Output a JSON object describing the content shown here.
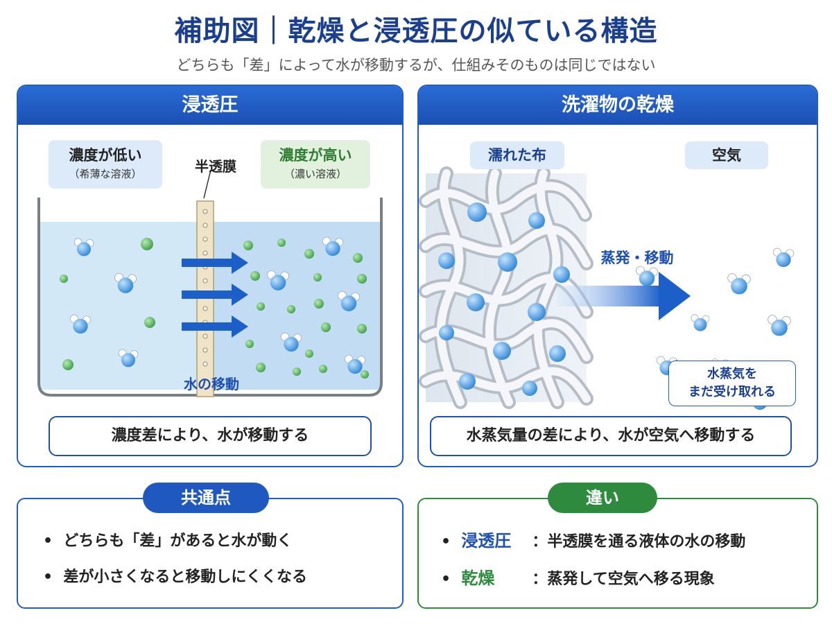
{
  "header": {
    "title": "補助図｜乾燥と浸透圧の似ている構造",
    "subtitle": "どちらも「差」によって水が移動するが、仕組みそのものは同じではない"
  },
  "osmosis": {
    "heading": "浸透圧",
    "low_label": "濃度が低い",
    "low_sub": "（希薄な溶液）",
    "membrane_label": "半透膜",
    "high_label": "濃度が高い",
    "high_sub": "（濃い溶液）",
    "flow_label": "水の移動",
    "caption": "濃度差により、水が移動する"
  },
  "drying": {
    "heading": "洗濯物の乾燥",
    "cloth_label": "濡れた布",
    "air_label": "空気",
    "flow_label": "蒸発・移動",
    "note_line1": "水蒸気を",
    "note_line2": "まだ受け取れる",
    "caption": "水蒸気量の差により、水が空気へ移動する"
  },
  "common": {
    "heading": "共通点",
    "items": [
      "どちらも「差」があると水が動く",
      "差が小さくなると移動しにくくなる"
    ]
  },
  "difference": {
    "heading": "違い",
    "items": [
      {
        "term": "浸透圧",
        "desc": "：半透膜を通る液体の水の移動"
      },
      {
        "term": "乾燥",
        "desc": "：蒸発して空気へ移る現象"
      }
    ]
  },
  "colors": {
    "primary_blue": "#1f5cc4",
    "green": "#2e8b3e",
    "water": "#cfe6f7",
    "solute_green": "#5cba62"
  }
}
